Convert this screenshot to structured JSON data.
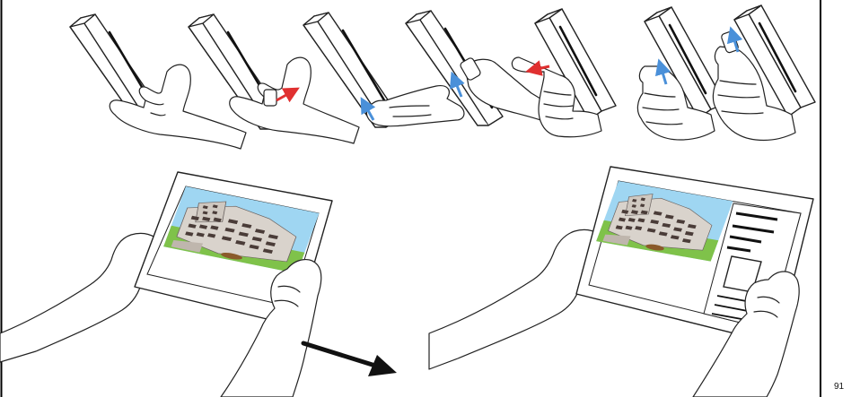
{
  "page": {
    "number": "91"
  },
  "colors": {
    "outline": "#222222",
    "arrow_blue": "#4a90d9",
    "arrow_red": "#e03030",
    "flow_arrow": "#111111",
    "sky": "#9fd6f2",
    "grass": "#7fc24a",
    "building": "#d9d3cc",
    "windows": "#4a3c38"
  },
  "gesture_steps": [
    {
      "step": 1,
      "arrow": "none"
    },
    {
      "step": 2,
      "arrow": "red-right"
    },
    {
      "step": 3,
      "arrow": "blue-up"
    },
    {
      "step": 4,
      "arrow": "blue-up"
    },
    {
      "step": 5,
      "arrow": "red-left"
    },
    {
      "step": 6,
      "arrow": "blue-up"
    },
    {
      "step": 7,
      "arrow": "blue-up"
    }
  ],
  "tablets": [
    {
      "state": "before",
      "content": [
        "building-photo"
      ]
    },
    {
      "state": "after",
      "content": [
        "building-photo",
        "text-panel"
      ]
    }
  ]
}
